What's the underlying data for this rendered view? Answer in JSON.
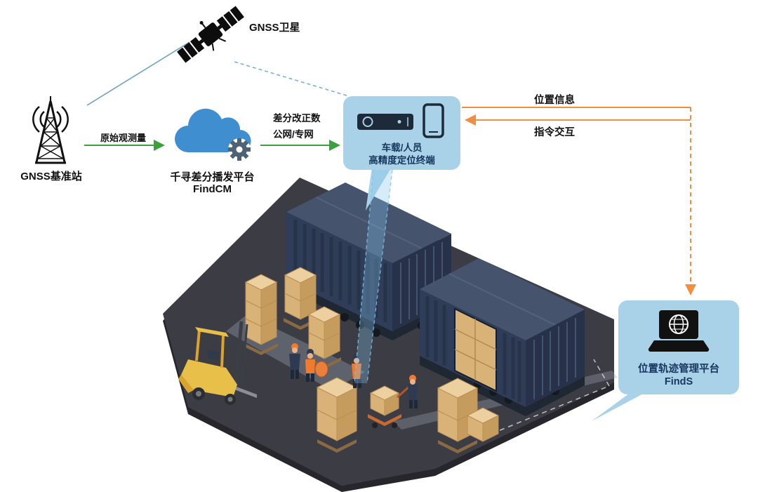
{
  "diagram": {
    "satellite": {
      "label": "GNSS卫星"
    },
    "base_station": {
      "label": "GNSS基准站"
    },
    "cloud_platform": {
      "name": "千寻差分播发平台",
      "product": "FindCM"
    },
    "terminal": {
      "line1": "车载/人员",
      "line2": "高精度定位终端"
    },
    "management_platform": {
      "name": "位置轨迹管理平台",
      "product": "FindS"
    },
    "links": {
      "raw_observation": {
        "label": "原始观测量"
      },
      "correction": {
        "label_line1": "差分改正数",
        "label_line2": "公网/专网"
      },
      "position_info": {
        "label": "位置信息"
      },
      "command_interaction": {
        "label": "指令交互"
      }
    },
    "colors": {
      "link_green": "#3ca03c",
      "link_orange": "#ef8f3f",
      "bubble_blue": "#a9d2e8",
      "bubble_text": "#17365e",
      "cloud_blue": "#3e8ed0",
      "satellite_link_blue": "#7fb0c8"
    },
    "icons": {
      "satellite": "satellite-icon",
      "base_station": "radio-tower-icon",
      "cloud": "cloud-gear-icon",
      "terminal": "receiver-and-phone-icon",
      "management": "laptop-globe-icon"
    }
  }
}
